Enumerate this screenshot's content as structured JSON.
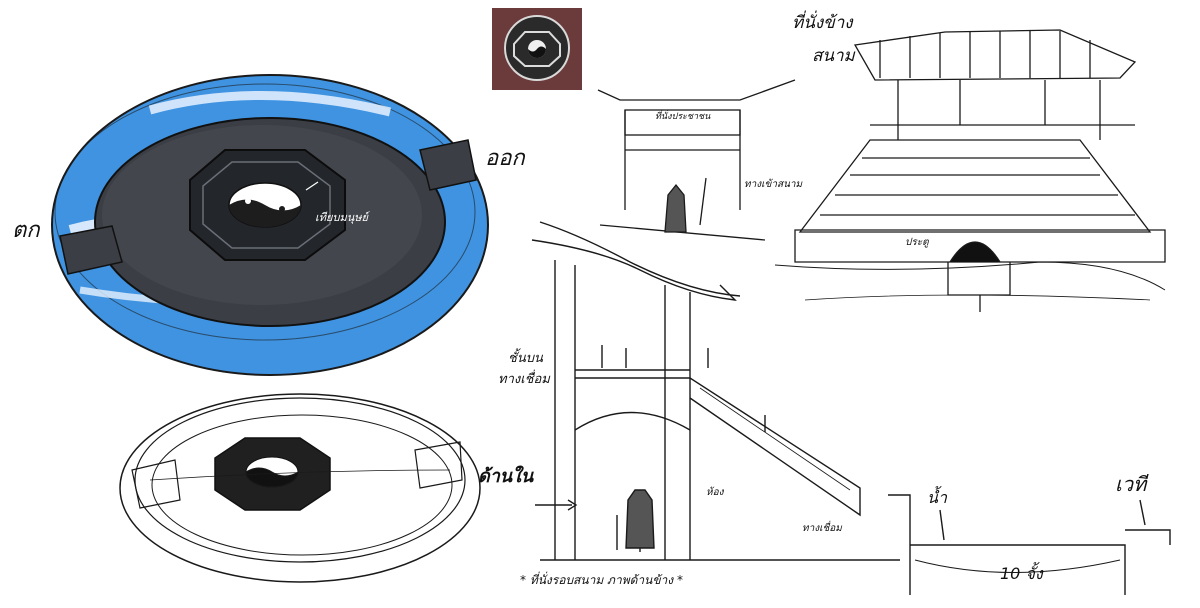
{
  "labels": {
    "west": "ตก",
    "east": "ออก",
    "arena_label": "เทียบมนุษย์",
    "top_section_label": "ที่นั่งประชาชน",
    "arena_entrance": "ทางเข้าสนาม",
    "side_seats_title": "ที่นั่งข้าง",
    "side_seats_sub": "สนาม",
    "balcony_note": "ทางเชื่อม",
    "balcony_level": "ชั้นบน",
    "inner_side": "ด้านใน",
    "room": "ห้อง",
    "connector": "ทางเชื่อม",
    "bottom_caption": "* ที่นั่งรอบสนาม ภาพด้านข้าง *",
    "water": "น้ำ",
    "stage": "เวที",
    "distance": "10 จั้ง",
    "gate": "ประตู"
  },
  "colors": {
    "blue_ring": "#3f93e0",
    "stone": "#3b3e44",
    "ink": "#1a1a1a"
  }
}
